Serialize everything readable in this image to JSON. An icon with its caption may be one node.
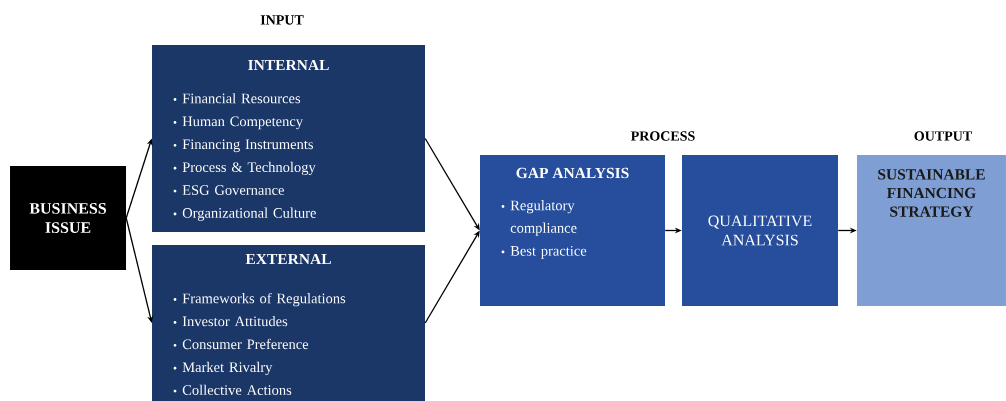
{
  "diagram": {
    "nodes": [
      {
        "text": [
          "BUSINESS ISSUE"
        ]
      },
      {
        "text": [
          "INTERNAL",
          "Financial Resources",
          "Human Competency",
          "Financing Instruments",
          "Process & Technology",
          "ESG Governance",
          "Organizational Culture"
        ]
      },
      {
        "text": [
          "EXTERNAL",
          "Frameworks of Regulations",
          "Investor Attitudes",
          "Consumer Preference",
          "Market Rivalry",
          "Collective Actions"
        ]
      },
      {
        "text": [
          "GAP ANALYSIS",
          "Regulatory compliance",
          "Best practice"
        ]
      },
      {
        "text": [
          "QUALITATIVE ANALYSIS"
        ]
      },
      {
        "text": [
          "SUSTAINABLE FINANCING STRATEGY"
        ]
      }
    ],
    "edges": [
      {
        "from": 0,
        "to": 1,
        "arrow": "to"
      },
      {
        "from": 0,
        "to": 2,
        "arrow": "to"
      },
      {
        "from": 1,
        "to": 3,
        "arrow": "to"
      },
      {
        "from": 2,
        "to": 3,
        "arrow": "to"
      },
      {
        "from": 3,
        "to": 4,
        "arrow": "to"
      },
      {
        "from": 4,
        "to": 5,
        "arrow": "to"
      }
    ],
    "labels": [
      "INPUT",
      "PROCESS",
      "OUTPUT"
    ]
  }
}
